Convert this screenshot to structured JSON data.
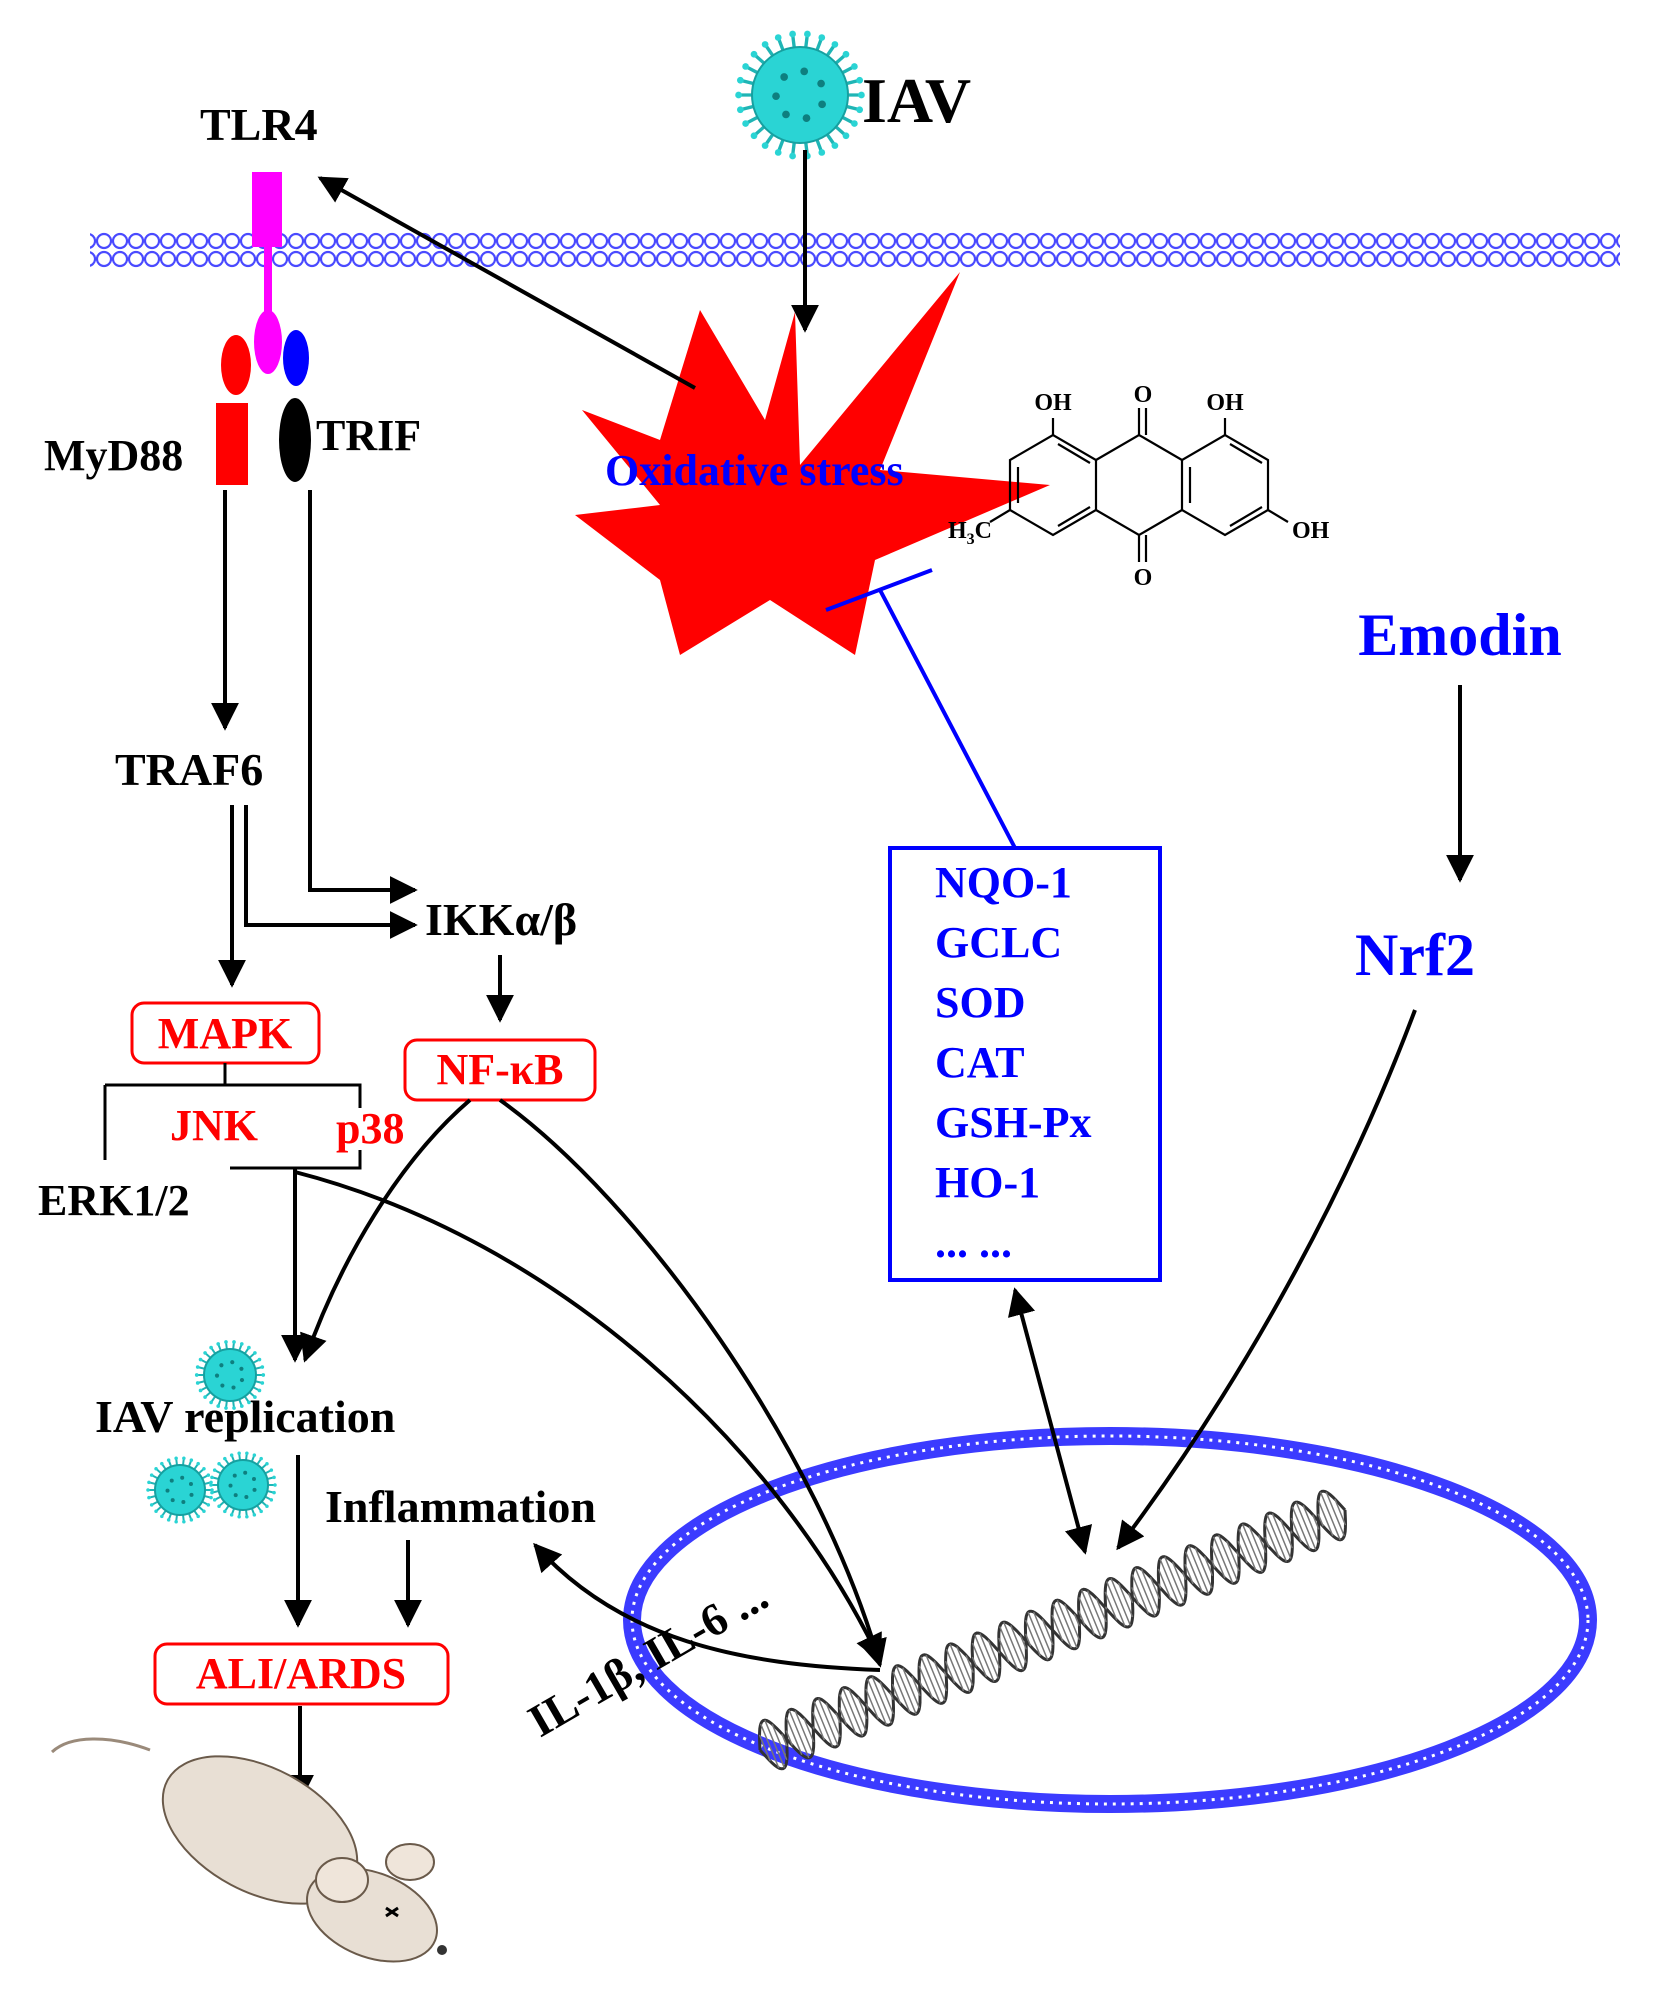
{
  "labels": {
    "iav": "IAV",
    "tlr4": "TLR4",
    "myd88": "MyD88",
    "trif": "TRIF",
    "oxidative_stress": "Oxidative stress",
    "traf6": "TRAF6",
    "ikk": "IKKα/β",
    "mapk": "MAPK",
    "nfkb": "NF-κB",
    "jnk": "JNK",
    "p38": "p38",
    "erk": "ERK1/2",
    "iav_replication": "IAV replication",
    "inflammation": "Inflammation",
    "cytokines": "IL-1β, IL-6 ...",
    "ali_ards": "ALI/ARDS",
    "emodin": "Emodin",
    "nrf2": "Nrf2"
  },
  "antioxidant_genes": [
    "NQO-1",
    "GCLC",
    "SOD",
    "CAT",
    "GSH-Px",
    "HO-1",
    "... ..."
  ],
  "emodin_structure": {
    "oh_top_left": "OH",
    "oh_top_right": "OH",
    "oh_right": "OH",
    "o_top": "O",
    "o_bottom": "O",
    "methyl": "H",
    "methyl_c": "C",
    "methyl_sub": "3"
  },
  "colors": {
    "black": "#000000",
    "red": "#ff0000",
    "blue": "#0000ff",
    "magenta": "#ff00ff",
    "cyan": "#2ad4d4",
    "membrane": "#4a4aff",
    "mouse": "#e6ddd3"
  }
}
